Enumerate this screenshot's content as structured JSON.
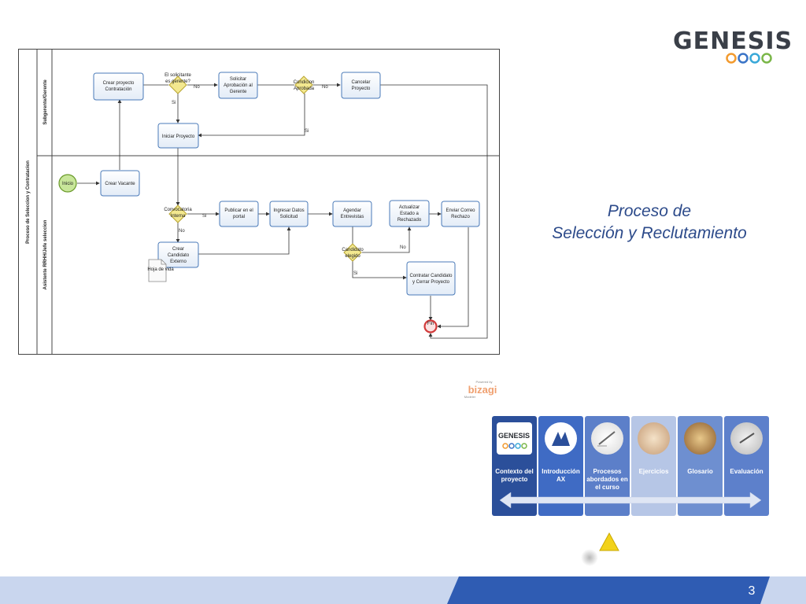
{
  "logo": {
    "name": "GENESIS"
  },
  "slide": {
    "title_line1": "Proceso de",
    "title_line2": "Selección y Reclutamiento",
    "page_number": "3"
  },
  "bizagi": {
    "powered": "Powered by",
    "name": "bizagi",
    "sub": "Modeler"
  },
  "pool": {
    "name": "Proceso de Seleccion y Contratacion"
  },
  "lanes": [
    {
      "name": "Subgerente/Gerente"
    },
    {
      "name": "Asistente RRHH/Jefe seleccion"
    }
  ],
  "tasks": {
    "crear_proyecto": [
      "Crear proyecto",
      "Contratación"
    ],
    "solicitar_aprob": [
      "Solicitar",
      "Aprobación al",
      "Gerente"
    ],
    "cancelar": [
      "Cancelar",
      "Proyecto"
    ],
    "iniciar": [
      "Iniciar Proyecto"
    ],
    "crear_vacante": [
      "Crear Vacante"
    ],
    "publicar": [
      "Publicar en el",
      "portal"
    ],
    "ingresar": [
      "Ingresar Datos",
      "Solicitud"
    ],
    "agendar": [
      "Agendar",
      "Entrevistas"
    ],
    "actualizar": [
      "Actualizar",
      "Estado a",
      "Rechazado"
    ],
    "enviar": [
      "Enviar Correo",
      "Rechazo"
    ],
    "crear_externo": [
      "Crear",
      "Candidato",
      "Externo"
    ],
    "contratar": [
      "Contratar Candidato",
      "y Cerrar Proyecto"
    ]
  },
  "gateways": {
    "solicitante": [
      "El solicitante",
      "es gerente?"
    ],
    "condicion": [
      "Condicion",
      "Aprobada"
    ],
    "convocatoria": [
      "Convocatoria",
      "Interna"
    ],
    "elegido": [
      "Candidato",
      "elegido"
    ]
  },
  "flow_labels": {
    "si": "Si",
    "no": "No"
  },
  "events": {
    "start": "Inicio",
    "end": "Fin"
  },
  "artifact": {
    "name": "Hoja de vida"
  },
  "nav": [
    {
      "label": "Contexto del proyecto",
      "icon": "genesis-logo-icon",
      "color": "#2b4f9a"
    },
    {
      "label": "Introducción AX",
      "icon": "microsoft-dynamics-icon",
      "color": "#3f6bc4"
    },
    {
      "label": "Procesos abordados en el curso",
      "icon": "writing-hand-icon",
      "color": "#5c7fc9"
    },
    {
      "label": "Ejercicios",
      "icon": "handshake-icon",
      "color": "#b6c6e6"
    },
    {
      "label": "Glosario",
      "icon": "glasses-book-icon",
      "color": "#6e8fd0"
    },
    {
      "label": "Evaluación",
      "icon": "pen-paper-icon",
      "color": "#5d80cb"
    }
  ],
  "colors": {
    "accent": "#2b4f9a",
    "task_border": "#4a7ab8",
    "gateway": "#f3e88f",
    "start": "#c8e69a",
    "end": "#e35a5a"
  }
}
